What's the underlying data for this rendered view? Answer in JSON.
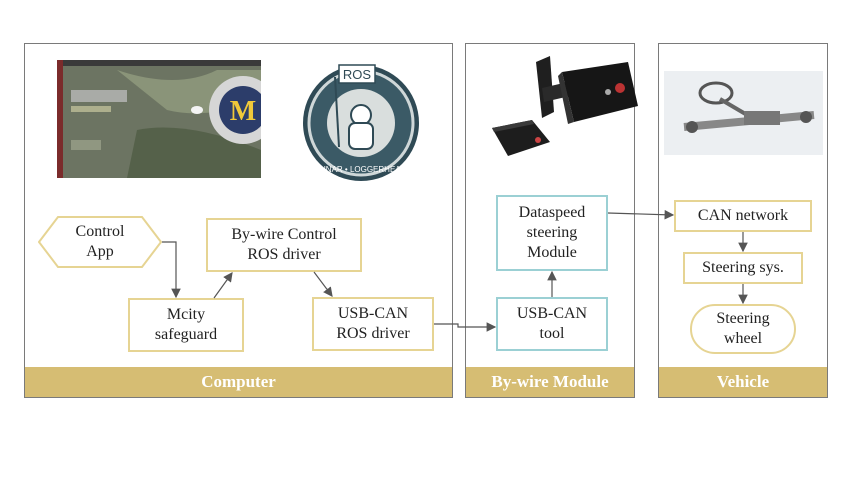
{
  "panels": {
    "computer": "Computer",
    "bywire": "By-wire Module",
    "vehicle": "Vehicle"
  },
  "nodes": {
    "control_app": "Control\nApp",
    "bywire_ros": "By-wire Control\nROS driver",
    "mcity": "Mcity\nsafeguard",
    "usbcan_ros": "USB-CAN\nROS driver",
    "dataspeed": "Dataspeed\nsteering\nModule",
    "usbcan_tool": "USB-CAN\ntool",
    "can_network": "CAN network",
    "steering_sys": "Steering sys.",
    "steering_wheel": "Steering\nwheel"
  },
  "images": {
    "map_logo_letter": "M",
    "ros_badge_top": "ROS",
    "ros_badge_bottom": "LUNAR • LOGGERHEAD"
  },
  "colors": {
    "footer": "#d6bd73",
    "gold_border": "#e6d493",
    "teal_border": "#9bd0d4",
    "arrow": "#555555"
  }
}
